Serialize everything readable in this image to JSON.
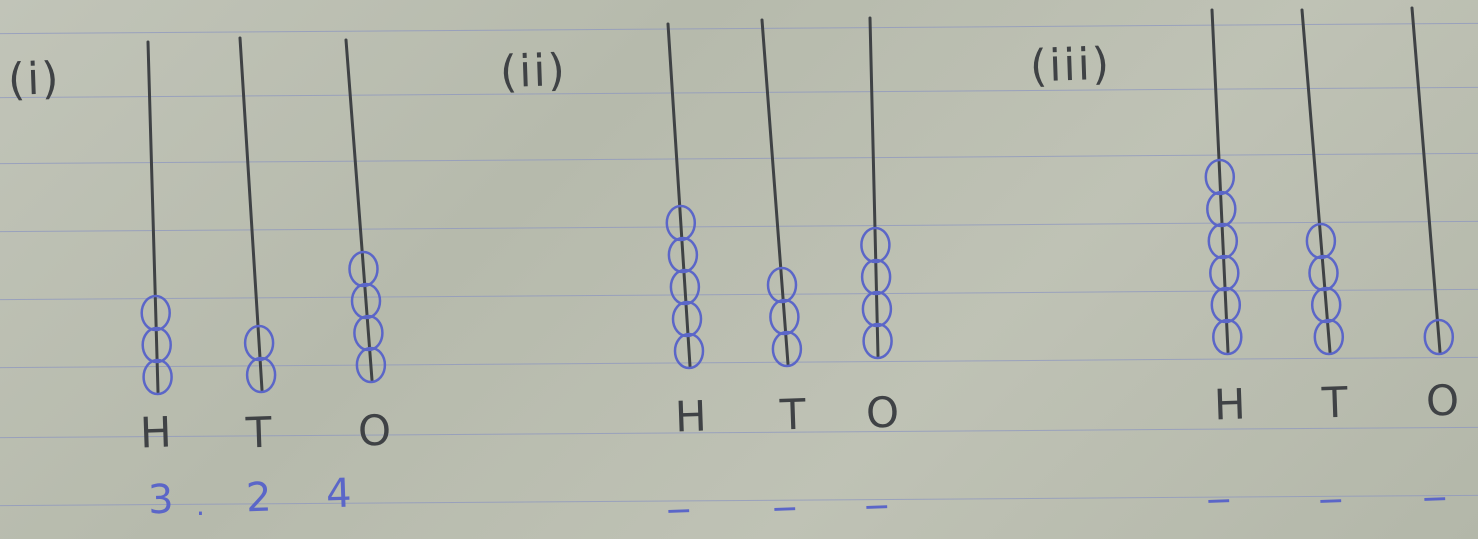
{
  "page": {
    "items": [
      {
        "label": "(i)",
        "columns": [
          {
            "place": "H",
            "beads": 3
          },
          {
            "place": "T",
            "beads": 2
          },
          {
            "place": "O",
            "beads": 4
          }
        ],
        "answer": [
          "3",
          "2",
          "4"
        ]
      },
      {
        "label": "(ii)",
        "columns": [
          {
            "place": "H",
            "beads": 5
          },
          {
            "place": "T",
            "beads": 3
          },
          {
            "place": "O",
            "beads": 4
          }
        ],
        "answer": [
          "_",
          "_",
          "_"
        ]
      },
      {
        "label": "(iii)",
        "columns": [
          {
            "place": "H",
            "beads": 6
          },
          {
            "place": "T",
            "beads": 4
          },
          {
            "place": "O",
            "beads": 1
          }
        ],
        "answer": [
          "_",
          "_",
          "_"
        ]
      }
    ],
    "colors": {
      "paper": "#bcc0b3",
      "rules": "#8d97bf",
      "pencil": "#3f4245",
      "blue_ink": "#5b66c8"
    }
  }
}
